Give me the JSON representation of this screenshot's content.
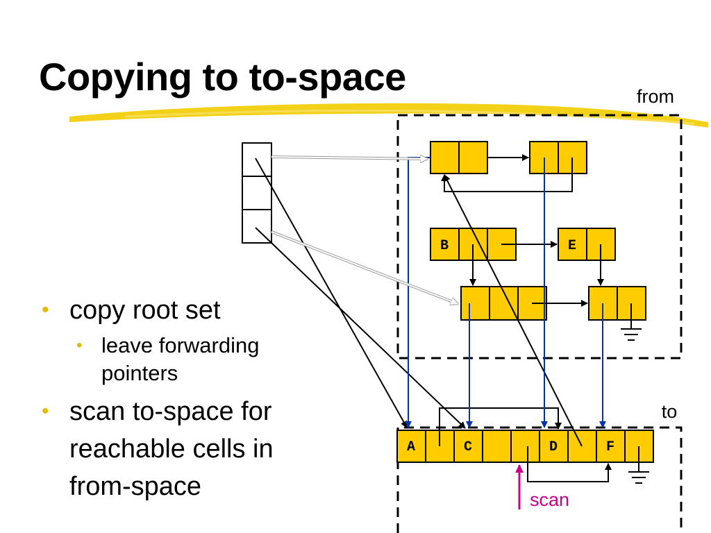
{
  "slide": {
    "title": "Copying to to-space",
    "bullets": [
      {
        "text": "copy root set",
        "level": 1
      },
      {
        "text": "leave forwarding pointers",
        "level": 2
      },
      {
        "text": "scan to-space for reachable cells in from-space",
        "level": 1
      }
    ]
  },
  "diagram": {
    "from_label": "from",
    "to_label": "to",
    "scan_label": "scan",
    "cells": {
      "B": "B",
      "E": "E",
      "A": "A",
      "C": "C",
      "D": "D",
      "F": "F"
    },
    "colors": {
      "cell": "#ffcc00",
      "forward": "#0033aa",
      "scan": "#cc0088",
      "highlight": "#f2cc00"
    }
  }
}
